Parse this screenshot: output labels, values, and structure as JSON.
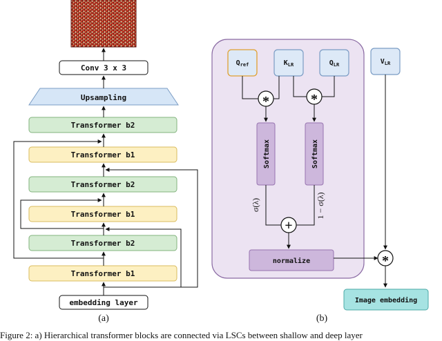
{
  "panel_a": {
    "image_thumbnail": "crowd-photo",
    "blocks": {
      "conv": "Conv 3 x 3",
      "upsampling": "Upsampling",
      "t6": "Transformer b2",
      "t5": "Transformer b1",
      "t4": "Transformer b2",
      "t3": "Transformer b1",
      "t2": "Transformer b2",
      "t1": "Transformer b1",
      "embedding": "embedding layer"
    },
    "label": "(a)"
  },
  "panel_b": {
    "inputs": {
      "q_ref": "Q",
      "q_ref_sub": "ref",
      "k_lr": "K",
      "k_lr_sub": "LR",
      "q_lr": "Q",
      "q_lr_sub": "LR",
      "v_lr": "V",
      "v_lr_sub": "LR"
    },
    "ops": {
      "multiply": "*",
      "add": "+"
    },
    "softmax_left": "Softmax",
    "softmax_right": "Softmax",
    "sigma_left": "σ(λ)",
    "sigma_right": "1 − σ(λ)",
    "normalize": "normalize",
    "output": "Image embedding",
    "label": "(b)"
  },
  "colors": {
    "green_fill": "#d5ecd3",
    "green_stroke": "#82b37e",
    "yellow_fill": "#fdf0c2",
    "yellow_stroke": "#d9bb5e",
    "blue_fill": "#d6e6f7",
    "blue_stroke": "#7a9cc4",
    "purple_panel": "#ece3f2",
    "purple_panel_stroke": "#8a6aa3",
    "purple_box": "#cdb7dc",
    "purple_box_stroke": "#9673af",
    "teal_fill": "#a6e3e2",
    "teal_stroke": "#4aa8a6",
    "input_fill": "#dde9f7"
  },
  "caption": "Figure 2: a) Hierarchical transformer blocks are connected via LSCs between shallow and deep layer"
}
